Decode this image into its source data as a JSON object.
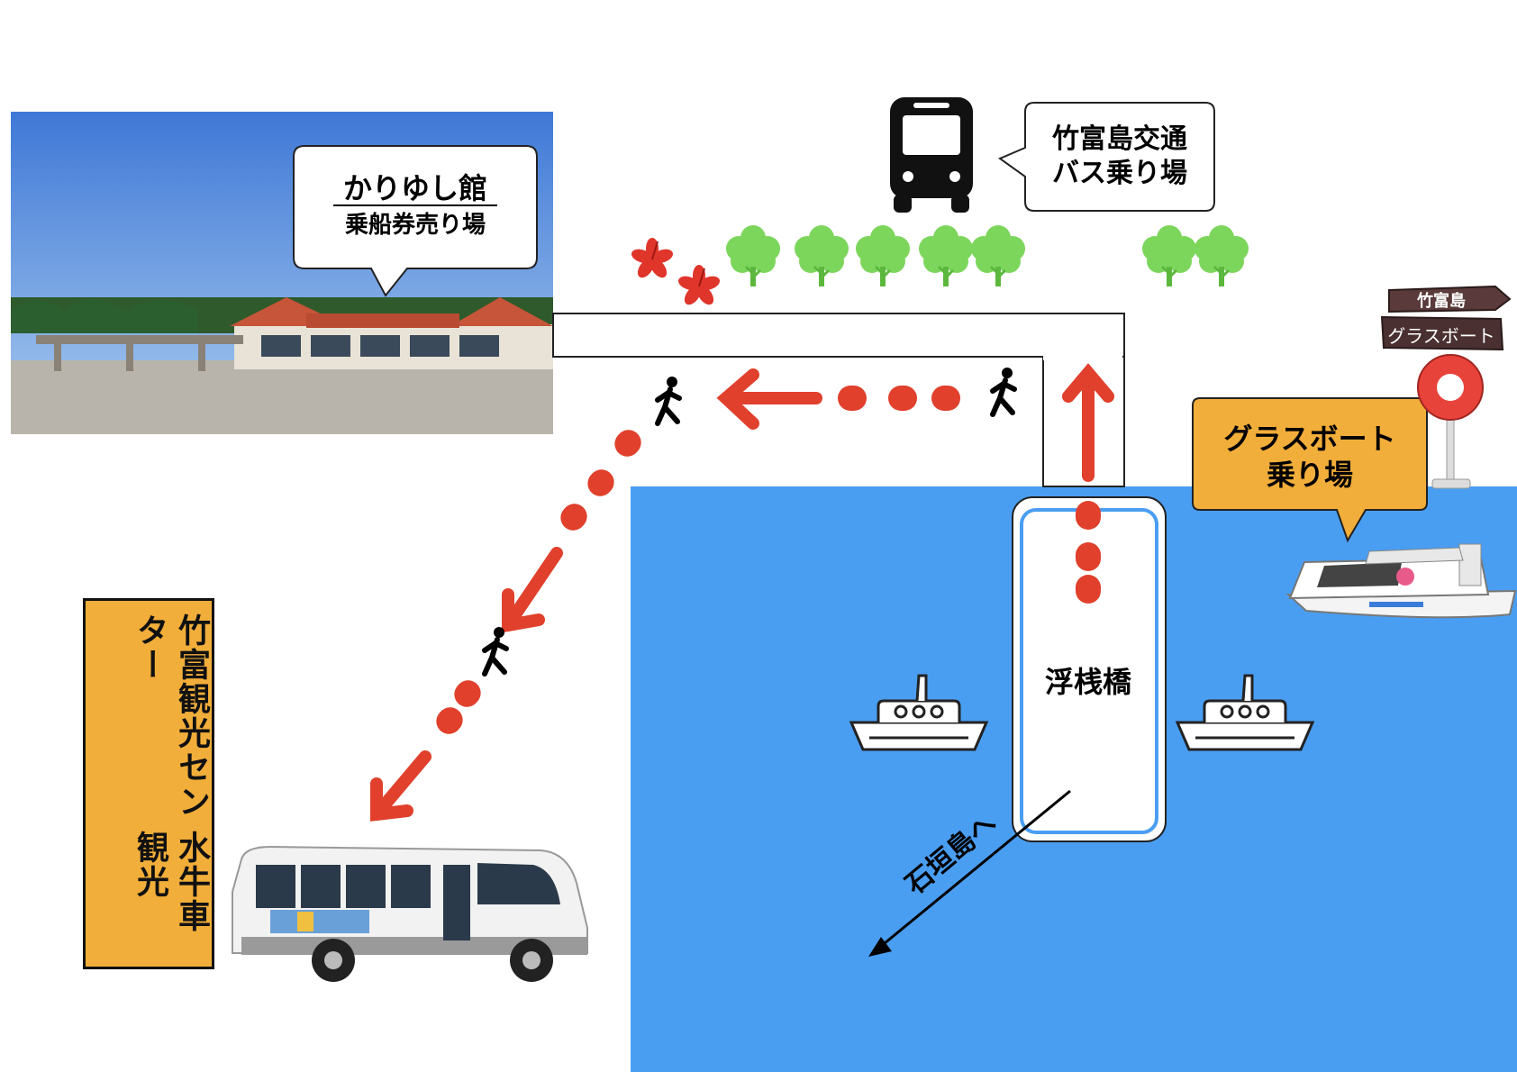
{
  "labels": {
    "terminal": {
      "line1": "かりゆし館",
      "line2": "乗船券売り場"
    },
    "bus_stop": {
      "line1": "竹富島交通",
      "line2": "バス乗り場"
    },
    "glass_boat": {
      "line1": "グラスボート",
      "line2": "乗り場"
    },
    "pier": "浮桟橋",
    "to_ishigaki": "石垣島へ",
    "center": {
      "line1": "竹富観光センター",
      "line2": "水牛車観光"
    },
    "sign_top": "竹富島",
    "sign_bottom": "グラスボート"
  },
  "colors": {
    "sea": "#4a9ef2",
    "route": "#e0402c",
    "label_orange": "#f2ae3a",
    "tree": "#7dd65c",
    "hibiscus": "#e0352b"
  },
  "icons": [
    "bus-icon",
    "walker-icon",
    "tree-icon",
    "hibiscus-icon",
    "ship-icon",
    "water-buffalo-icon",
    "minibus-icon",
    "glass-boat-icon",
    "signpost-icon",
    "terminal-building-photo"
  ]
}
